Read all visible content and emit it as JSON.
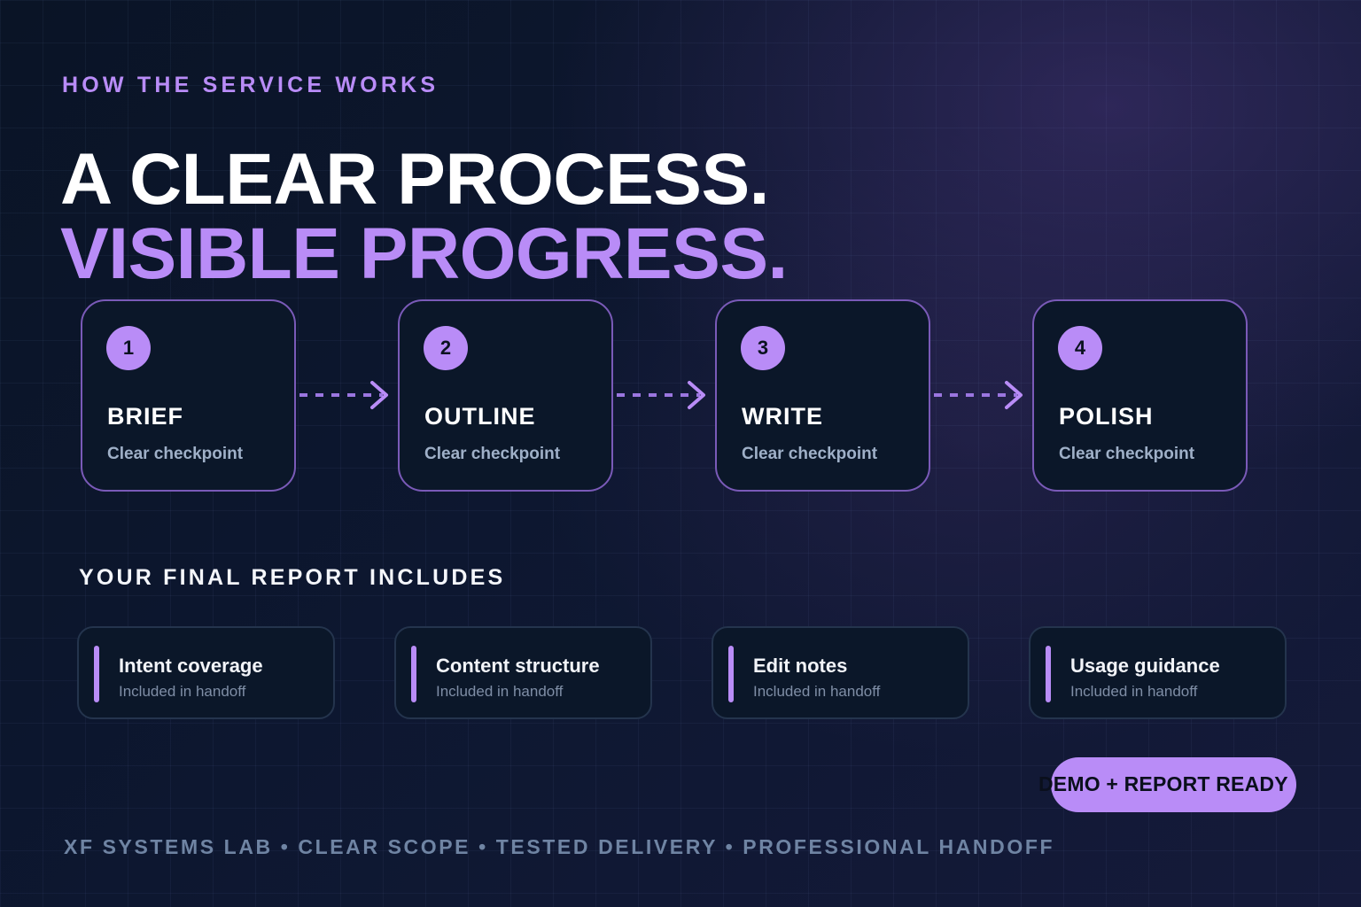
{
  "header": {
    "eyebrow": "HOW THE SERVICE WORKS",
    "headline_line1": "A CLEAR PROCESS.",
    "headline_line2": "VISIBLE PROGRESS."
  },
  "steps": [
    {
      "number": "1",
      "title": "BRIEF",
      "subtitle": "Clear checkpoint"
    },
    {
      "number": "2",
      "title": "OUTLINE",
      "subtitle": "Clear checkpoint"
    },
    {
      "number": "3",
      "title": "WRITE",
      "subtitle": "Clear checkpoint"
    },
    {
      "number": "4",
      "title": "POLISH",
      "subtitle": "Clear checkpoint"
    }
  ],
  "report": {
    "section_title": "YOUR FINAL REPORT INCLUDES",
    "items": [
      {
        "title": "Intent coverage",
        "subtitle": "Included in handoff"
      },
      {
        "title": "Content structure",
        "subtitle": "Included in handoff"
      },
      {
        "title": "Edit notes",
        "subtitle": "Included in handoff"
      },
      {
        "title": "Usage guidance",
        "subtitle": "Included in handoff"
      }
    ]
  },
  "badge": {
    "label": "DEMO + REPORT READY"
  },
  "footer": {
    "text": "XF SYSTEMS LAB • CLEAR SCOPE • TESTED DELIVERY • PROFESSIONAL HANDOFF"
  },
  "colors": {
    "accent": "#b98cf7",
    "background": "#0d1730",
    "card_background": "#0b1729",
    "muted_text": "#9fb0c8"
  },
  "icons": {
    "connector": "dashed-arrow-right-icon"
  }
}
